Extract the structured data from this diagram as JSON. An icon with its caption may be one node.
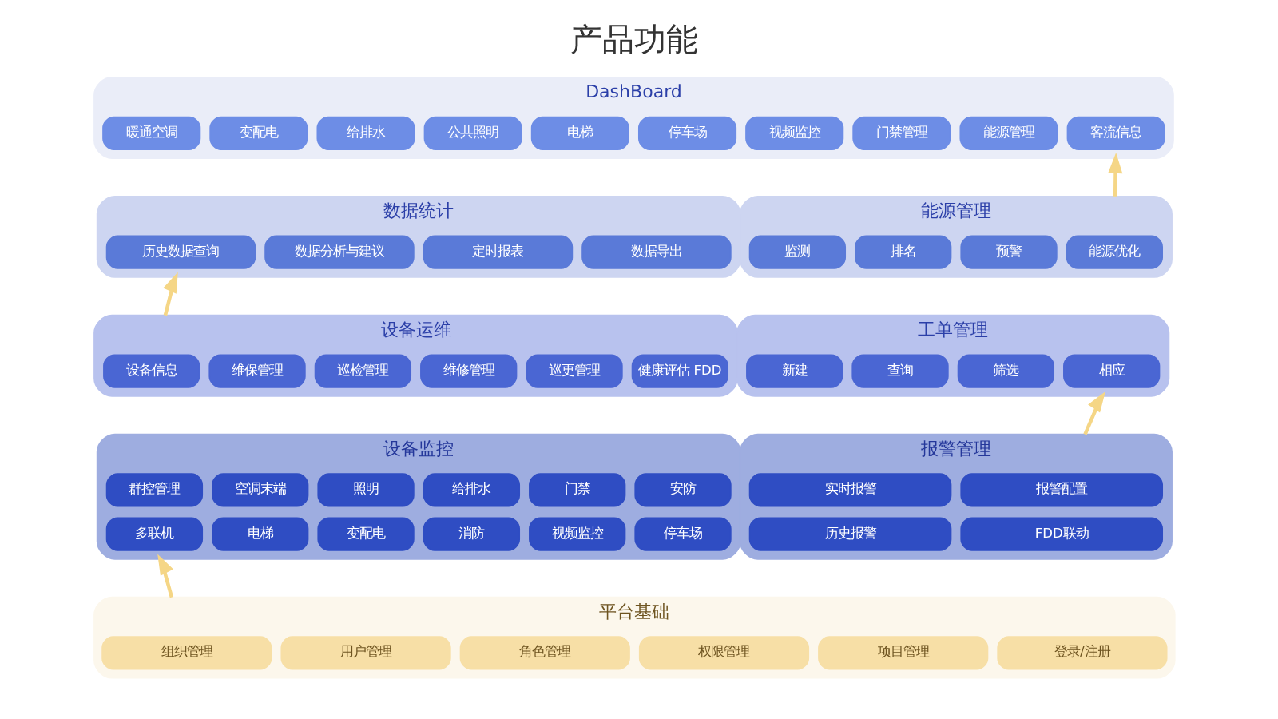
{
  "diagram": {
    "title": "产品功能",
    "nodes": [
      {
        "text": [
          "DashBoard"
        ]
      },
      {
        "text": [
          "暖通空调"
        ],
        "in": 0
      },
      {
        "text": [
          "变配电"
        ],
        "in": 0
      },
      {
        "text": [
          "给排水"
        ],
        "in": 0
      },
      {
        "text": [
          "公共照明"
        ],
        "in": 0
      },
      {
        "text": [
          "电梯"
        ],
        "in": 0
      },
      {
        "text": [
          "停车场"
        ],
        "in": 0
      },
      {
        "text": [
          "视频监控"
        ],
        "in": 0
      },
      {
        "text": [
          "门禁管理"
        ],
        "in": 0
      },
      {
        "text": [
          "能源管理"
        ],
        "in": 0
      },
      {
        "text": [
          "客流信息"
        ],
        "in": 0
      },
      {
        "text": [
          "数据统计"
        ]
      },
      {
        "text": [
          "历史数据查询"
        ],
        "in": 11
      },
      {
        "text": [
          "数据分析与建议"
        ],
        "in": 11
      },
      {
        "text": [
          "定时报表"
        ],
        "in": 11
      },
      {
        "text": [
          "数据导出"
        ],
        "in": 11
      },
      {
        "text": [
          "能源管理"
        ]
      },
      {
        "text": [
          "监测"
        ],
        "in": 16
      },
      {
        "text": [
          "排名"
        ],
        "in": 16
      },
      {
        "text": [
          "预警"
        ],
        "in": 16
      },
      {
        "text": [
          "能源优化"
        ],
        "in": 16
      },
      {
        "text": [
          "设备运维"
        ]
      },
      {
        "text": [
          "设备信息"
        ],
        "in": 21
      },
      {
        "text": [
          "维保管理"
        ],
        "in": 21
      },
      {
        "text": [
          "巡检管理"
        ],
        "in": 21
      },
      {
        "text": [
          "维修管理"
        ],
        "in": 21
      },
      {
        "text": [
          "巡更管理"
        ],
        "in": 21
      },
      {
        "text": [
          "健康评估 FDD"
        ],
        "in": 21
      },
      {
        "text": [
          "工单管理"
        ]
      },
      {
        "text": [
          "新建"
        ],
        "in": 28
      },
      {
        "text": [
          "查询"
        ],
        "in": 28
      },
      {
        "text": [
          "筛选"
        ],
        "in": 28
      },
      {
        "text": [
          "相应"
        ],
        "in": 28
      },
      {
        "text": [
          "设备监控"
        ]
      },
      {
        "text": [
          "群控管理"
        ],
        "in": 33
      },
      {
        "text": [
          "空调末端"
        ],
        "in": 33
      },
      {
        "text": [
          "照明"
        ],
        "in": 33
      },
      {
        "text": [
          "给排水"
        ],
        "in": 33
      },
      {
        "text": [
          "门禁"
        ],
        "in": 33
      },
      {
        "text": [
          "安防"
        ],
        "in": 33
      },
      {
        "text": [
          "多联机"
        ],
        "in": 33
      },
      {
        "text": [
          "电梯"
        ],
        "in": 33
      },
      {
        "text": [
          "变配电"
        ],
        "in": 33
      },
      {
        "text": [
          "消防"
        ],
        "in": 33
      },
      {
        "text": [
          "视频监控"
        ],
        "in": 33
      },
      {
        "text": [
          "停车场"
        ],
        "in": 33
      },
      {
        "text": [
          "报警管理"
        ]
      },
      {
        "text": [
          "实时报警"
        ],
        "in": 46
      },
      {
        "text": [
          "报警配置"
        ],
        "in": 46
      },
      {
        "text": [
          "历史报警"
        ],
        "in": 46
      },
      {
        "text": [
          "FDD联动"
        ],
        "in": 46
      },
      {
        "text": [
          "平台基础"
        ]
      },
      {
        "text": [
          "组织管理"
        ],
        "in": 51
      },
      {
        "text": [
          "用户管理"
        ],
        "in": 51
      },
      {
        "text": [
          "角色管理"
        ],
        "in": 51
      },
      {
        "text": [
          "权限管理"
        ],
        "in": 51
      },
      {
        "text": [
          "项目管理"
        ],
        "in": 51
      },
      {
        "text": [
          "登录/注册"
        ],
        "in": 51
      }
    ],
    "edges": [
      {
        "from": 16,
        "to": 0,
        "arrow": "to"
      },
      {
        "from": 21,
        "to": 11,
        "arrow": "to"
      },
      {
        "from": 46,
        "to": 28,
        "arrow": "to"
      },
      {
        "from": 51,
        "to": 33,
        "arrow": "to"
      }
    ]
  }
}
